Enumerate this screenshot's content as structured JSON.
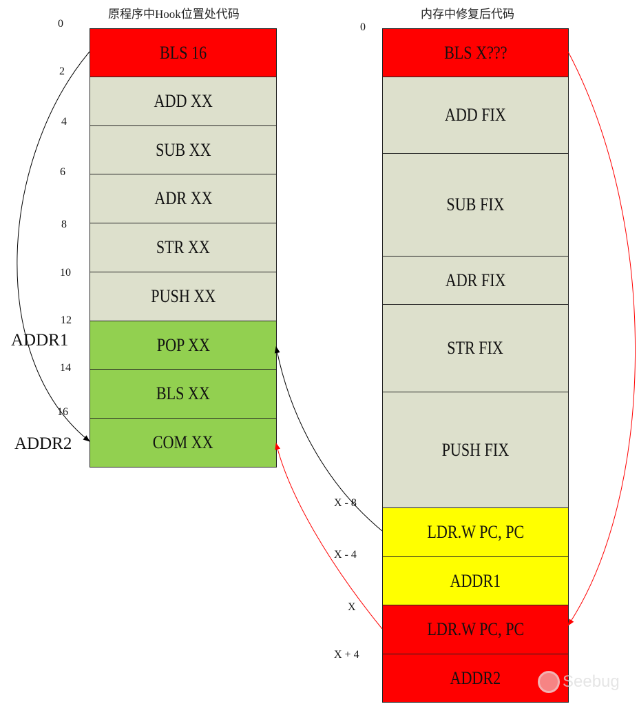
{
  "left": {
    "title": "原程序中Hook位置处代码",
    "offsets": [
      "0",
      "2",
      "4",
      "6",
      "8",
      "10",
      "12",
      "14",
      "16"
    ],
    "side_labels": [
      "ADDR1",
      "ADDR2"
    ],
    "cells": [
      {
        "label": "BLS 16",
        "color": "#ff0000"
      },
      {
        "label": "ADD XX",
        "color": "#dde0cc"
      },
      {
        "label": "SUB XX",
        "color": "#dde0cc"
      },
      {
        "label": "ADR XX",
        "color": "#dde0cc"
      },
      {
        "label": "STR XX",
        "color": "#dde0cc"
      },
      {
        "label": "PUSH XX",
        "color": "#dde0cc"
      },
      {
        "label": "POP XX",
        "color": "#92d050"
      },
      {
        "label": "BLS XX",
        "color": "#92d050"
      },
      {
        "label": "COM XX",
        "color": "#92d050"
      }
    ]
  },
  "right": {
    "title": "内存中修复后代码",
    "offsets": [
      "0",
      "X - 8",
      "X - 4",
      "X",
      "X + 4"
    ],
    "cells": [
      {
        "label": "BLS X???",
        "color": "#ff0000"
      },
      {
        "label": "ADD FIX",
        "color": "#dde0cc"
      },
      {
        "label": "SUB FIX",
        "color": "#dde0cc"
      },
      {
        "label": "ADR FIX",
        "color": "#dde0cc"
      },
      {
        "label": "STR FIX",
        "color": "#dde0cc"
      },
      {
        "label": "PUSH FIX",
        "color": "#dde0cc"
      },
      {
        "label": "LDR.W PC, PC",
        "color": "#ffff00"
      },
      {
        "label": "ADDR1",
        "color": "#ffff00"
      },
      {
        "label": "LDR.W PC, PC",
        "color": "#ff0000"
      },
      {
        "label": "ADDR2",
        "color": "#ff0000"
      }
    ]
  },
  "watermark": "Seebug"
}
